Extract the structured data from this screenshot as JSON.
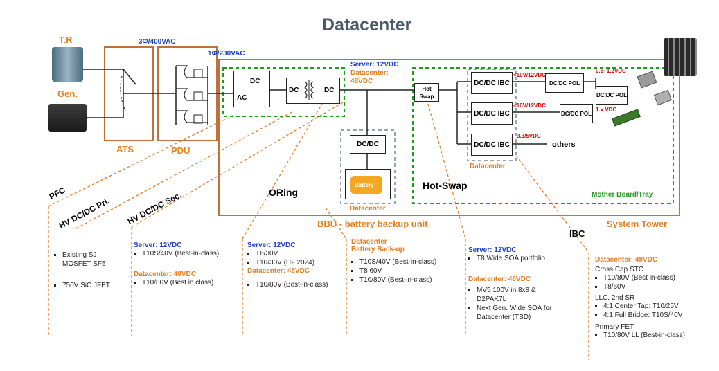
{
  "title": "Datacenter",
  "sources": {
    "tr": "T.R",
    "gen": "Gen."
  },
  "voltages": {
    "three_phase": "3Φ/400VAC",
    "single_phase": "1Φ/230VAC",
    "server": "Server: 12VDC",
    "datacenter": "Datacenter:",
    "datacenter_v": "48VDC",
    "ibc1": "<10V/12VDC",
    "ibc2": "<10V/12VDC",
    "ibc3": "3.3/5VDC",
    "pol1": "0.6~1.2VDC",
    "pol2": "1.x VDC"
  },
  "blocks": {
    "ats": "ATS",
    "pdu": "PDU",
    "ac": "AC",
    "dc": "DC",
    "dc2": "DC",
    "dc3": "DC",
    "dcdc": "DC/DC",
    "battery": "Battery",
    "hot_swap_box": "Hot Swap",
    "ibc_box": "DC/DC IBC",
    "pol_box": "DC/DC POL",
    "others": "others"
  },
  "region_labels": {
    "oring": "ORing",
    "hot_swap": "Hot-Swap",
    "datacenter_a": "Datacenter",
    "datacenter_b": "Datacenter",
    "mother_board": "Mother Board/Tray",
    "bbu": "BBU - battery backup unit",
    "system_tower": "System Tower",
    "ibc": "IBC"
  },
  "diagonal_labels": {
    "pfc": "PFC",
    "hv_pri": "HV DC/DC Pri.",
    "hv_sec": "HV DC/DC Sec."
  },
  "columns": {
    "c1": {
      "items": [
        "Existing SJ MOSFET SF5",
        "750V SiC JFET"
      ]
    },
    "c2": {
      "h1": "Server: 12VDC",
      "l1": [
        "T10S/40V (Best-in-class)"
      ],
      "h2": "Datacenter: 48VDC",
      "l2": [
        "T10/80V (Best in class)"
      ]
    },
    "c3": {
      "h1": "Server: 12VDC",
      "l1": [
        "T6/30V",
        "T10/30V (H2 2024)"
      ],
      "h2": "Datacenter: 48VDC",
      "l2": [
        "T10/80V (Best-in-class)"
      ]
    },
    "c4": {
      "h1": "Datacenter",
      "h2": "Battery Back-up",
      "l1": [
        "T10S/40V (Best-in-class)",
        "T8 60V",
        "T10/80V (Best-in-class)"
      ]
    },
    "c5": {
      "h1": "Server: 12VDC",
      "l1": [
        "T8 Wide SOA portfolio"
      ],
      "h2": "Datacenter: 48VDC",
      "l2": [
        "MV5 100V in 8x8 & D2PAK7L",
        "Next Gen. Wide SOA for Datacenter (TBD)"
      ]
    },
    "c6": {
      "h1": "Datacenter: 48VDC",
      "s1": "Cross Cap STC",
      "l1": [
        "T10/80V (Best in-class)",
        "T8/60V"
      ],
      "s2": "LLC, 2nd SR",
      "l2": [
        "4:1 Center Tap: T10/25V",
        "4:1 Full Bridge: T10S/40V"
      ],
      "s3": "Primary FET",
      "l3": [
        "T10/80V LL (Best-in-class)"
      ]
    }
  },
  "colors": {
    "orange": "#e67e22",
    "green": "#1b9e1b",
    "blue": "#1f3fbf",
    "red": "#e00000",
    "title": "#4a5a6a"
  }
}
